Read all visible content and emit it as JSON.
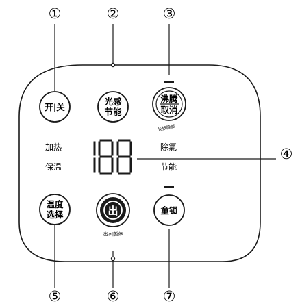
{
  "callouts": [
    "①",
    "②",
    "③",
    "④",
    "⑤",
    "⑥",
    "⑦"
  ],
  "buttons": {
    "power": {
      "label": "开|关"
    },
    "light_sense": {
      "line1": "光感",
      "line2": "节能"
    },
    "boil_cancel": {
      "line1": "沸腾",
      "line2": "取消",
      "caption": "长按除氯"
    },
    "temp_select": {
      "line1": "温度",
      "line2": "选择"
    },
    "dispense": {
      "glyph": "出",
      "caption": "出水|暂停"
    },
    "child_lock": {
      "label": "童锁"
    }
  },
  "indicators": {
    "heating": "加热",
    "keep_warm": "保温",
    "dechlorinate": "除氯",
    "energy_save": "节能"
  },
  "display": {
    "digits": "188"
  }
}
